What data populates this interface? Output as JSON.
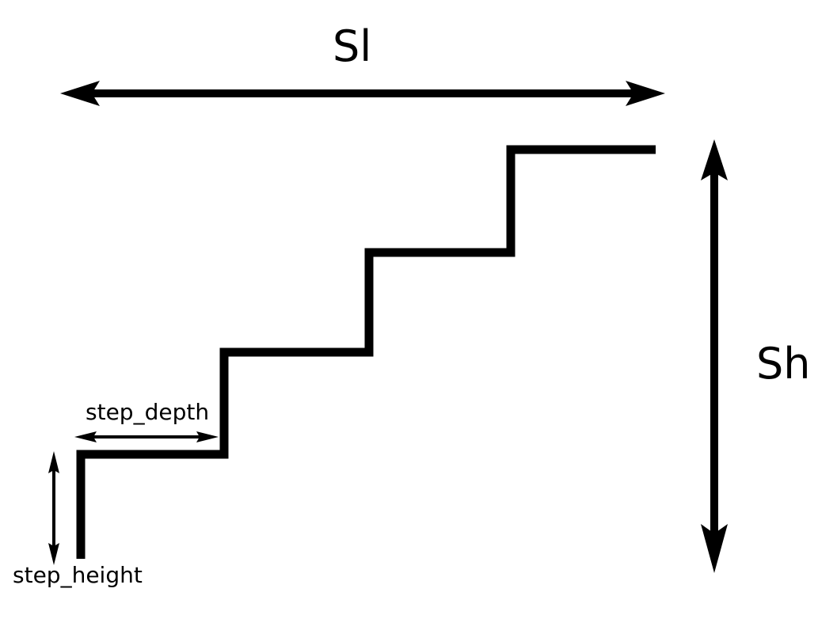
{
  "diagram": {
    "labels": {
      "stair_length": "Sl",
      "stair_height": "Sh",
      "step_depth": "step_depth",
      "step_height": "step_height"
    },
    "colors": {
      "stroke": "#000000",
      "background": "#ffffff"
    }
  }
}
